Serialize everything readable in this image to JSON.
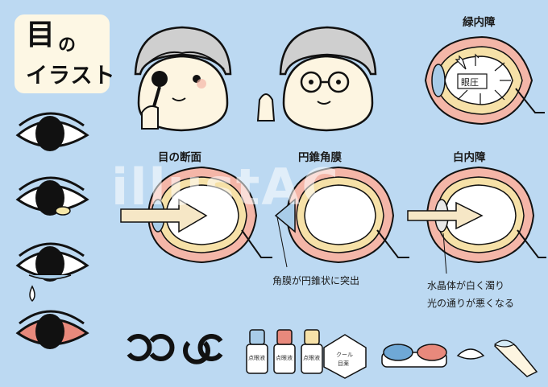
{
  "title": {
    "line1_kanji": "目",
    "line1_kana": "の",
    "line2": "イラスト"
  },
  "labels": {
    "glaucoma": "緑内障",
    "cross_section": "目の断面",
    "keratoconus": "円錐角膜",
    "cataract": "白内障",
    "pressure": "眼圧",
    "keratoconus_note": "角膜が円錐状に突出",
    "cataract_note_1": "水晶体が白く濁り",
    "cataract_note_2": "光の通りが悪くなる"
  },
  "products": {
    "eyedrop_1": "点眼液",
    "eyedrop_2": "点眼液",
    "eyedrop_3": "点眼液",
    "cool_pack_1": "クール",
    "cool_pack_2": "目薬"
  },
  "watermark": "illustAC",
  "colors": {
    "background": "#bcd9f2",
    "card": "#fdf7e4",
    "hair": "#cfcfcf",
    "skin": "#fdf5e1",
    "eye_wall": "#f4b6a8",
    "choroid": "#f6e1a8",
    "lens": "#a8cce8",
    "arrow": "#f6e7c6",
    "red_eye": "#e8897c"
  }
}
